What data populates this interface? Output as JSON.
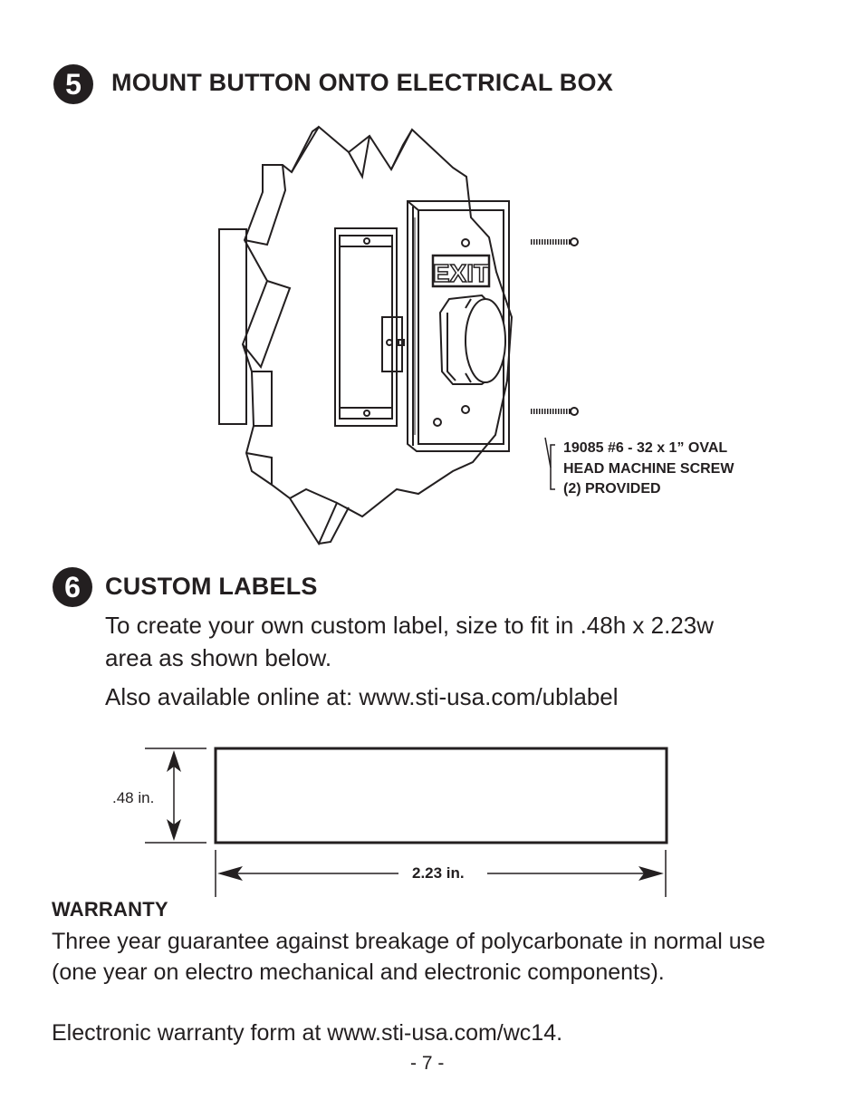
{
  "step5": {
    "number": "5",
    "title": "MOUNT BUTTON ONTO ELECTRICAL BOX",
    "sign_text": "EXIT",
    "screw_callout": [
      "19085 #6 - 32 x 1” OVAL",
      "HEAD MACHINE SCREW",
      "(2) PROVIDED"
    ]
  },
  "step6": {
    "number": "6",
    "title": "CUSTOM LABELS",
    "body_line1": "To create your own custom label, size to fit in .48h x 2.23w",
    "body_line2": "area as shown below.",
    "body_line3": "Also available online at:  www.sti-usa.com/ublabel",
    "height_label": ".48 in.",
    "width_label": "2.23 in."
  },
  "warranty": {
    "title": "WARRANTY",
    "line1": "Three year guarantee against breakage of polycarbonate in normal use",
    "line2": "(one year on electro mechanical and electronic components).",
    "line3": "Electronic warranty form at www.sti-usa.com/wc14."
  },
  "page_number": "- 7 -"
}
